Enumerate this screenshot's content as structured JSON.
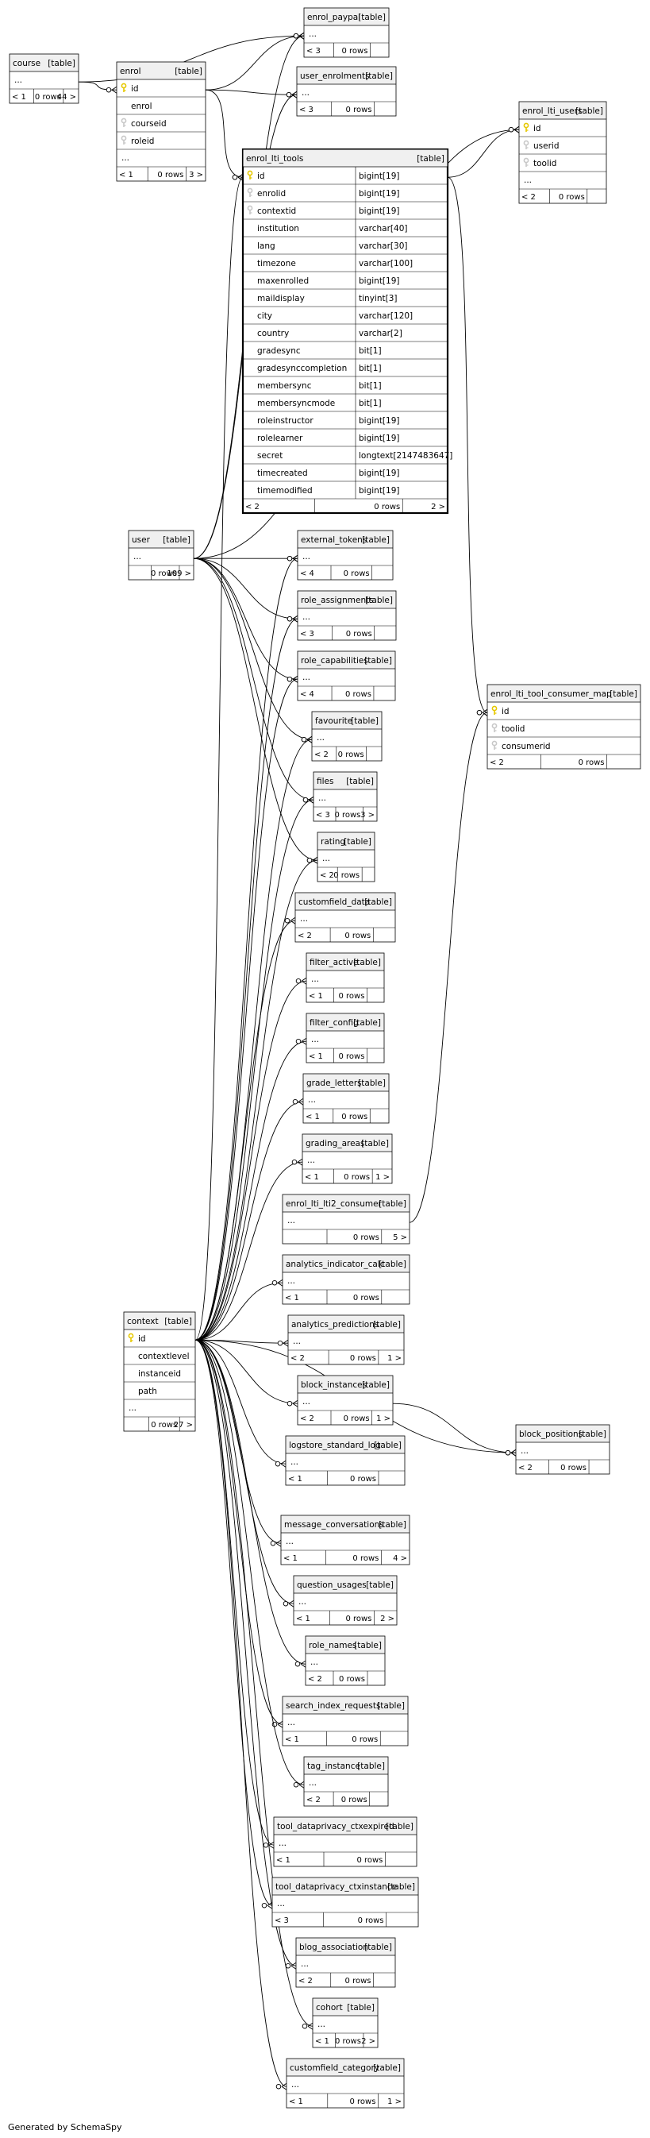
{
  "footer": "Generated by SchemaSpy",
  "tables": [
    {
      "id": "course",
      "title": "course",
      "tag": "[table]",
      "rows": [
        "..."
      ],
      "stats": [
        "< 1",
        "0 rows",
        "44 >"
      ]
    },
    {
      "id": "enrol",
      "title": "enrol",
      "tag": "[table]",
      "rows": [
        {
          "name": "id",
          "key": "pk"
        },
        {
          "name": "enrol"
        },
        {
          "name": "courseid",
          "key": "fk"
        },
        {
          "name": "roleid",
          "key": "fk"
        },
        "..."
      ],
      "stats": [
        "< 1",
        "0 rows",
        "3 >"
      ]
    },
    {
      "id": "enrol_paypal",
      "title": "enrol_paypal",
      "tag": "[table]",
      "rows": [
        "..."
      ],
      "stats": [
        "< 3",
        "0 rows",
        ""
      ]
    },
    {
      "id": "user_enrolments",
      "title": "user_enrolments",
      "tag": "[table]",
      "rows": [
        "..."
      ],
      "stats": [
        "< 3",
        "0 rows",
        ""
      ]
    },
    {
      "id": "enrol_lti_users",
      "title": "enrol_lti_users",
      "tag": "[table]",
      "rows": [
        {
          "name": "id",
          "key": "pk"
        },
        {
          "name": "userid",
          "key": "fk"
        },
        {
          "name": "toolid",
          "key": "fk"
        },
        "..."
      ],
      "stats": [
        "< 2",
        "0 rows",
        ""
      ]
    },
    {
      "id": "enrol_lti_tools",
      "title": "enrol_lti_tools",
      "tag": "[table]",
      "rows": [
        {
          "name": "id",
          "key": "pk",
          "type": "bigint[19]"
        },
        {
          "name": "enrolid",
          "key": "fk",
          "type": "bigint[19]"
        },
        {
          "name": "contextid",
          "key": "fk",
          "type": "bigint[19]"
        },
        {
          "name": "institution",
          "type": "varchar[40]"
        },
        {
          "name": "lang",
          "type": "varchar[30]"
        },
        {
          "name": "timezone",
          "type": "varchar[100]"
        },
        {
          "name": "maxenrolled",
          "type": "bigint[19]"
        },
        {
          "name": "maildisplay",
          "type": "tinyint[3]"
        },
        {
          "name": "city",
          "type": "varchar[120]"
        },
        {
          "name": "country",
          "type": "varchar[2]"
        },
        {
          "name": "gradesync",
          "type": "bit[1]"
        },
        {
          "name": "gradesynccompletion",
          "type": "bit[1]"
        },
        {
          "name": "membersync",
          "type": "bit[1]"
        },
        {
          "name": "membersyncmode",
          "type": "bit[1]"
        },
        {
          "name": "roleinstructor",
          "type": "bigint[19]"
        },
        {
          "name": "rolelearner",
          "type": "bigint[19]"
        },
        {
          "name": "secret",
          "type": "longtext[2147483647]"
        },
        {
          "name": "timecreated",
          "type": "bigint[19]"
        },
        {
          "name": "timemodified",
          "type": "bigint[19]"
        }
      ],
      "stats": [
        "< 2",
        "0 rows",
        "2 >"
      ]
    },
    {
      "id": "user",
      "title": "user",
      "tag": "[table]",
      "rows": [
        "..."
      ],
      "stats": [
        "",
        "0 rows",
        "109 >"
      ]
    },
    {
      "id": "external_tokens",
      "title": "external_tokens",
      "tag": "[table]",
      "rows": [
        "..."
      ],
      "stats": [
        "< 4",
        "0 rows",
        ""
      ]
    },
    {
      "id": "role_assignments",
      "title": "role_assignments",
      "tag": "[table]",
      "rows": [
        "..."
      ],
      "stats": [
        "< 3",
        "0 rows",
        ""
      ]
    },
    {
      "id": "role_capabilities",
      "title": "role_capabilities",
      "tag": "[table]",
      "rows": [
        "..."
      ],
      "stats": [
        "< 4",
        "0 rows",
        ""
      ]
    },
    {
      "id": "favourite",
      "title": "favourite",
      "tag": "[table]",
      "rows": [
        "..."
      ],
      "stats": [
        "< 2",
        "0 rows",
        ""
      ]
    },
    {
      "id": "files",
      "title": "files",
      "tag": "[table]",
      "rows": [
        "..."
      ],
      "stats": [
        "< 3",
        "0 rows",
        "3 >"
      ]
    },
    {
      "id": "rating",
      "title": "rating",
      "tag": "[table]",
      "rows": [
        "..."
      ],
      "stats": [
        "< 2",
        "0 rows",
        ""
      ]
    },
    {
      "id": "enrol_lti_tool_consumer_map",
      "title": "enrol_lti_tool_consumer_map",
      "tag": "[table]",
      "rows": [
        {
          "name": "id",
          "key": "pk"
        },
        {
          "name": "toolid",
          "key": "fk"
        },
        {
          "name": "consumerid",
          "key": "fk"
        }
      ],
      "stats": [
        "< 2",
        "0 rows",
        ""
      ]
    },
    {
      "id": "customfield_data",
      "title": "customfield_data",
      "tag": "[table]",
      "rows": [
        "..."
      ],
      "stats": [
        "< 2",
        "0 rows",
        ""
      ]
    },
    {
      "id": "filter_active",
      "title": "filter_active",
      "tag": "[table]",
      "rows": [
        "..."
      ],
      "stats": [
        "< 1",
        "0 rows",
        ""
      ]
    },
    {
      "id": "filter_config",
      "title": "filter_config",
      "tag": "[table]",
      "rows": [
        "..."
      ],
      "stats": [
        "< 1",
        "0 rows",
        ""
      ]
    },
    {
      "id": "grade_letters",
      "title": "grade_letters",
      "tag": "[table]",
      "rows": [
        "..."
      ],
      "stats": [
        "< 1",
        "0 rows",
        ""
      ]
    },
    {
      "id": "grading_areas",
      "title": "grading_areas",
      "tag": "[table]",
      "rows": [
        "..."
      ],
      "stats": [
        "< 1",
        "0 rows",
        "1 >"
      ]
    },
    {
      "id": "enrol_lti_lti2_consumer",
      "title": "enrol_lti_lti2_consumer",
      "tag": "[table]",
      "rows": [
        "..."
      ],
      "stats": [
        "",
        "0 rows",
        "5 >"
      ]
    },
    {
      "id": "analytics_indicator_calc",
      "title": "analytics_indicator_calc",
      "tag": "[table]",
      "rows": [
        "..."
      ],
      "stats": [
        "< 1",
        "0 rows",
        ""
      ]
    },
    {
      "id": "analytics_predictions",
      "title": "analytics_predictions",
      "tag": "[table]",
      "rows": [
        "..."
      ],
      "stats": [
        "< 2",
        "0 rows",
        "1 >"
      ]
    },
    {
      "id": "context",
      "title": "context",
      "tag": "[table]",
      "rows": [
        {
          "name": "id",
          "key": "pk"
        },
        {
          "name": "contextlevel"
        },
        {
          "name": "instanceid"
        },
        {
          "name": "path"
        },
        "..."
      ],
      "stats": [
        "",
        "0 rows",
        "27 >"
      ]
    },
    {
      "id": "block_instances",
      "title": "block_instances",
      "tag": "[table]",
      "rows": [
        "..."
      ],
      "stats": [
        "< 2",
        "0 rows",
        "1 >"
      ]
    },
    {
      "id": "block_positions",
      "title": "block_positions",
      "tag": "[table]",
      "rows": [
        "..."
      ],
      "stats": [
        "< 2",
        "0 rows",
        ""
      ]
    },
    {
      "id": "logstore_standard_log",
      "title": "logstore_standard_log",
      "tag": "[table]",
      "rows": [
        "..."
      ],
      "stats": [
        "< 1",
        "0 rows",
        ""
      ]
    },
    {
      "id": "message_conversations",
      "title": "message_conversations",
      "tag": "[table]",
      "rows": [
        "..."
      ],
      "stats": [
        "< 1",
        "0 rows",
        "4 >"
      ]
    },
    {
      "id": "question_usages",
      "title": "question_usages",
      "tag": "[table]",
      "rows": [
        "..."
      ],
      "stats": [
        "< 1",
        "0 rows",
        "2 >"
      ]
    },
    {
      "id": "role_names",
      "title": "role_names",
      "tag": "[table]",
      "rows": [
        "..."
      ],
      "stats": [
        "< 2",
        "0 rows",
        ""
      ]
    },
    {
      "id": "search_index_requests",
      "title": "search_index_requests",
      "tag": "[table]",
      "rows": [
        "..."
      ],
      "stats": [
        "< 1",
        "0 rows",
        ""
      ]
    },
    {
      "id": "tag_instance",
      "title": "tag_instance",
      "tag": "[table]",
      "rows": [
        "..."
      ],
      "stats": [
        "< 2",
        "0 rows",
        ""
      ]
    },
    {
      "id": "tool_dataprivacy_ctxexpired",
      "title": "tool_dataprivacy_ctxexpired",
      "tag": "[table]",
      "rows": [
        "..."
      ],
      "stats": [
        "< 1",
        "0 rows",
        ""
      ]
    },
    {
      "id": "tool_dataprivacy_ctxinstance",
      "title": "tool_dataprivacy_ctxinstance",
      "tag": "[table]",
      "rows": [
        "..."
      ],
      "stats": [
        "< 3",
        "0 rows",
        ""
      ]
    },
    {
      "id": "blog_association",
      "title": "blog_association",
      "tag": "[table]",
      "rows": [
        "..."
      ],
      "stats": [
        "< 2",
        "0 rows",
        ""
      ]
    },
    {
      "id": "cohort",
      "title": "cohort",
      "tag": "[table]",
      "rows": [
        "..."
      ],
      "stats": [
        "< 1",
        "0 rows",
        "2 >"
      ]
    },
    {
      "id": "customfield_category",
      "title": "customfield_category",
      "tag": "[table]",
      "rows": [
        "..."
      ],
      "stats": [
        "< 1",
        "0 rows",
        "1 >"
      ]
    }
  ],
  "relations": [
    [
      "course",
      "enrol"
    ],
    [
      "course",
      "enrol_paypal"
    ],
    [
      "enrol",
      "enrol_paypal"
    ],
    [
      "enrol",
      "user_enrolments"
    ],
    [
      "enrol",
      "enrol_lti_tools"
    ],
    [
      "user",
      "user_enrolments"
    ],
    [
      "user",
      "enrol_paypal"
    ],
    [
      "user",
      "enrol_lti_users"
    ],
    [
      "enrol_lti_tools",
      "enrol_lti_users"
    ],
    [
      "enrol_lti_tools",
      "enrol_lti_tool_consumer_map"
    ],
    [
      "enrol_lti_lti2_consumer",
      "enrol_lti_tool_consumer_map"
    ],
    [
      "user",
      "external_tokens"
    ],
    [
      "user",
      "role_assignments"
    ],
    [
      "user",
      "role_capabilities"
    ],
    [
      "user",
      "favourite"
    ],
    [
      "user",
      "files"
    ],
    [
      "user",
      "rating"
    ],
    [
      "context",
      "enrol_lti_tools"
    ],
    [
      "context",
      "external_tokens"
    ],
    [
      "context",
      "role_assignments"
    ],
    [
      "context",
      "role_capabilities"
    ],
    [
      "context",
      "favourite"
    ],
    [
      "context",
      "files"
    ],
    [
      "context",
      "rating"
    ],
    [
      "context",
      "customfield_data"
    ],
    [
      "context",
      "filter_active"
    ],
    [
      "context",
      "filter_config"
    ],
    [
      "context",
      "grade_letters"
    ],
    [
      "context",
      "grading_areas"
    ],
    [
      "context",
      "analytics_indicator_calc"
    ],
    [
      "context",
      "analytics_predictions"
    ],
    [
      "context",
      "block_instances"
    ],
    [
      "context",
      "block_positions"
    ],
    [
      "block_instances",
      "block_positions"
    ],
    [
      "context",
      "logstore_standard_log"
    ],
    [
      "context",
      "message_conversations"
    ],
    [
      "context",
      "question_usages"
    ],
    [
      "context",
      "role_names"
    ],
    [
      "context",
      "search_index_requests"
    ],
    [
      "context",
      "tag_instance"
    ],
    [
      "context",
      "tool_dataprivacy_ctxexpired"
    ],
    [
      "context",
      "tool_dataprivacy_ctxinstance"
    ],
    [
      "context",
      "blog_association"
    ],
    [
      "context",
      "cohort"
    ],
    [
      "context",
      "customfield_category"
    ]
  ]
}
